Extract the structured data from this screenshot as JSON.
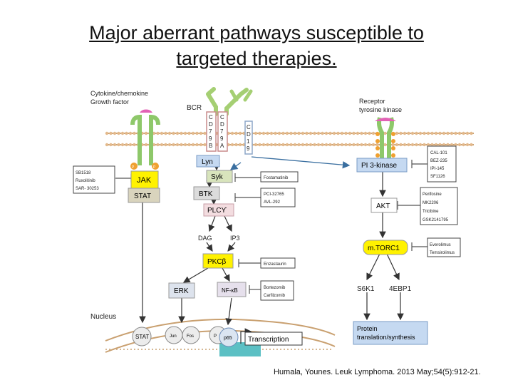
{
  "title_line1": "Major aberrant pathways susceptible to",
  "title_line2": "targeted therapies.",
  "labels": {
    "cytokine": "Cytokine/chemokine",
    "growth": "Growth factor",
    "bcr": "BCR",
    "receptor1": "Receptor",
    "receptor2": "tyrosine kinase",
    "nucleus": "Nucleus",
    "dag": "DAG",
    "ip3": "IP3",
    "s6k1": "S6K1",
    "ebp1": "4EBP1",
    "p": "P"
  },
  "cd79a": [
    "C",
    "D",
    "7",
    "9",
    "A"
  ],
  "cd79b": [
    "C",
    "D",
    "7",
    "9",
    "B"
  ],
  "cd19": [
    "C",
    "D",
    "1",
    "9"
  ],
  "nodes": {
    "lyn": "Lyn",
    "jak": "JAK",
    "stat": "STAT",
    "syk": "Syk",
    "btk": "BTK",
    "plcy": "PLCϒ",
    "pkcb": "PKCβ",
    "erk": "ERK",
    "nfkb": "NF-κB",
    "pi3k": "PI 3-kinase",
    "akt": "AKT",
    "mtorc1": "m.TORC1",
    "stat_n": "STAT",
    "jun": "Jun",
    "fos": "Fos",
    "p50": "P",
    "p65": "p65",
    "transcription": "Transcription",
    "protein1": "Protein",
    "protein2": "translation/synthesis"
  },
  "drugs": {
    "jak": [
      "SB1518",
      "Ruxolitinib",
      "SAR- 30253"
    ],
    "syk": [
      "Fostamatinib"
    ],
    "btk": [
      "PCI-32765",
      "AVL-292"
    ],
    "pkc": [
      "Enzastaurin"
    ],
    "nfkb": [
      "Bortezomib",
      "Carfilzomib"
    ],
    "pi3k": [
      "CAL-101",
      "BEZ-235",
      "IPI-145",
      "SF1126"
    ],
    "akt": [
      "Perifosine",
      "MK2206",
      "Tricibine",
      "GSK2141795"
    ],
    "mtor": [
      "Everolimus",
      "Temsirolimus"
    ]
  },
  "citation": "Humala, Younes. Leuk Lymphoma. 2013 May;54(5):912-21."
}
